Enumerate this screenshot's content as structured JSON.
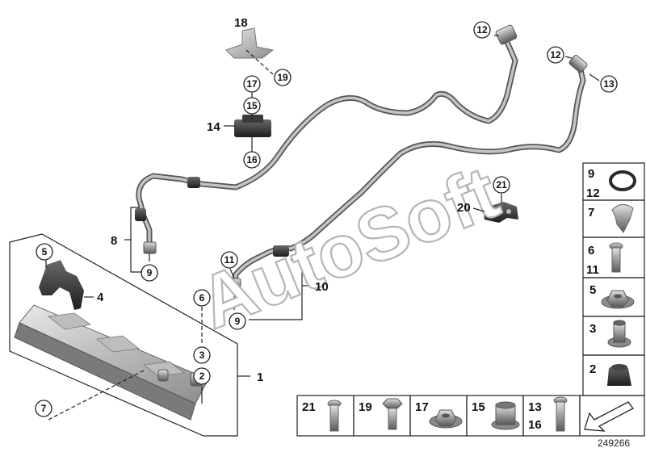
{
  "watermark": "AutoSoft",
  "reference_number": "249266",
  "callouts": {
    "c18": "18",
    "c19": "19",
    "c17": "17",
    "c15": "15",
    "c14": "14",
    "c16": "16",
    "c12a": "12",
    "c12b": "12",
    "c13": "13",
    "c21": "21",
    "c20": "20",
    "c8": "8",
    "c9a": "9",
    "c11": "11",
    "c10": "10",
    "c9b": "9",
    "c5": "5",
    "c4": "4",
    "c6": "6",
    "c3": "3",
    "c2": "2",
    "c1": "1",
    "c7": "7"
  },
  "parts_panel": {
    "right": [
      {
        "top": "9",
        "bottom": "12"
      },
      {
        "top": "7"
      },
      {
        "top": "6",
        "bottom": "11"
      },
      {
        "top": "5"
      },
      {
        "top": "3"
      },
      {
        "top": "2"
      }
    ],
    "bottom": [
      {
        "top": "21"
      },
      {
        "top": "19"
      },
      {
        "top": "17"
      },
      {
        "top": "15"
      },
      {
        "top": "13",
        "bottom": "16"
      }
    ]
  }
}
